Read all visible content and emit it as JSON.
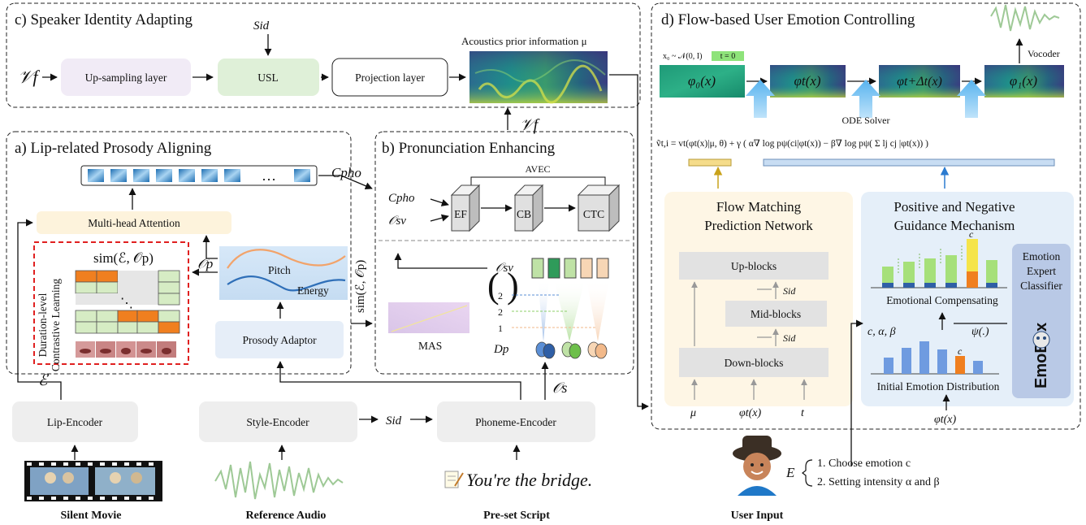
{
  "panels": {
    "c": "c) Speaker Identity Adapting",
    "a": "a) Lip-related Prosody Aligning",
    "b": "b) Pronunciation Enhancing",
    "d": "d) Flow-based User Emotion Controlling"
  },
  "speaker": {
    "vf_input": "𝒱f",
    "sid": "Sid",
    "upsampling": "Up-sampling layer",
    "usl": "USL",
    "projection": "Projection layer",
    "acoustics": "Acoustics prior information  μ",
    "vf_up": "𝒱f"
  },
  "lip": {
    "cpho": "Cpho",
    "dots": "…",
    "mha": "Multi-head Attention",
    "sim_title": "sim(ℰ, 𝒪p)",
    "op": "𝒪p",
    "dcl_line1": "Duration-level",
    "dcl_line2": "Contrastive Learning",
    "dots_diag": "⋱",
    "pitch": "Pitch",
    "energy": "Energy",
    "prosody_adaptor": "Prosody Adaptor",
    "sim_side": "sim(ℰ, 𝒪p)",
    "e_symbol": "ℰ"
  },
  "pron": {
    "avec": "AVEC",
    "cpho": "Cpho",
    "osv": "𝒪sv",
    "ef": "EF",
    "cb": "CB",
    "ctc": "CTC",
    "osv2": "𝒪sv",
    "mas": "MAS",
    "dp_vals": [
      "2",
      "2",
      "1"
    ],
    "dp": "Dp",
    "os": "𝒪s"
  },
  "encoders": {
    "lip": "Lip-Encoder",
    "style": "Style-Encoder",
    "sid": "Sid",
    "phoneme": "Phoneme-Encoder"
  },
  "bottom": {
    "script": "You're the bridge.",
    "silent_movie": "Silent Movie",
    "reference_audio": "Reference Audio",
    "preset_script": "Pre-set Script",
    "user_input": "User Input"
  },
  "flow": {
    "x0": "x₀ ~ 𝒩(0, I)",
    "t0": "t = 0",
    "phi0": "φ₀(x)",
    "phit": "φt(x)",
    "phitdt": "φt+Δt(x)",
    "phi1": "φ₁(x)",
    "vocoder": "Vocoder",
    "ode": "ODE Solver",
    "equation": "ṽt,i = vt(φt(x)|μ, θ) + γ ( α∇ log pψ(ci|φt(x)) − β∇ log pψ( Σ lj cj |φt(x)) )",
    "fm_title1": "Flow Matching",
    "fm_title2": "Prediction Network",
    "up_blocks": "Up-blocks",
    "mid_blocks": "Mid-blocks",
    "down_blocks": "Down-blocks",
    "sid": "Sid",
    "mu": "μ",
    "phit_in": "φt(x)",
    "t": "t",
    "pg_title1": "Positive and Negative",
    "pg_title2": "Guidance Mechanism",
    "c_top": "c",
    "emotional_comp": "Emotional Compensating",
    "cab": "c, α,  β",
    "psi": "ψ(.)",
    "c_bot": "c",
    "initial_dist": "Initial Emotion Distribution",
    "phit_bottom": "φt(x)",
    "eec_line1": "Emotion",
    "eec_line2": "Expert",
    "eec_line3": "Classifier",
    "emobox": "EmoBox"
  },
  "user": {
    "e": "E",
    "choice1": "1. Choose emotion c",
    "choice2": "2. Setting intensity α and β"
  },
  "colors": {
    "lavender": "#f1ebf6",
    "mint": "#dff0d8",
    "lightblue": "#dce9f7",
    "gray": "#eeeeee",
    "cream": "#fdf3dc",
    "red": "#e02020",
    "arrow_blue": "#2b7bd0"
  }
}
